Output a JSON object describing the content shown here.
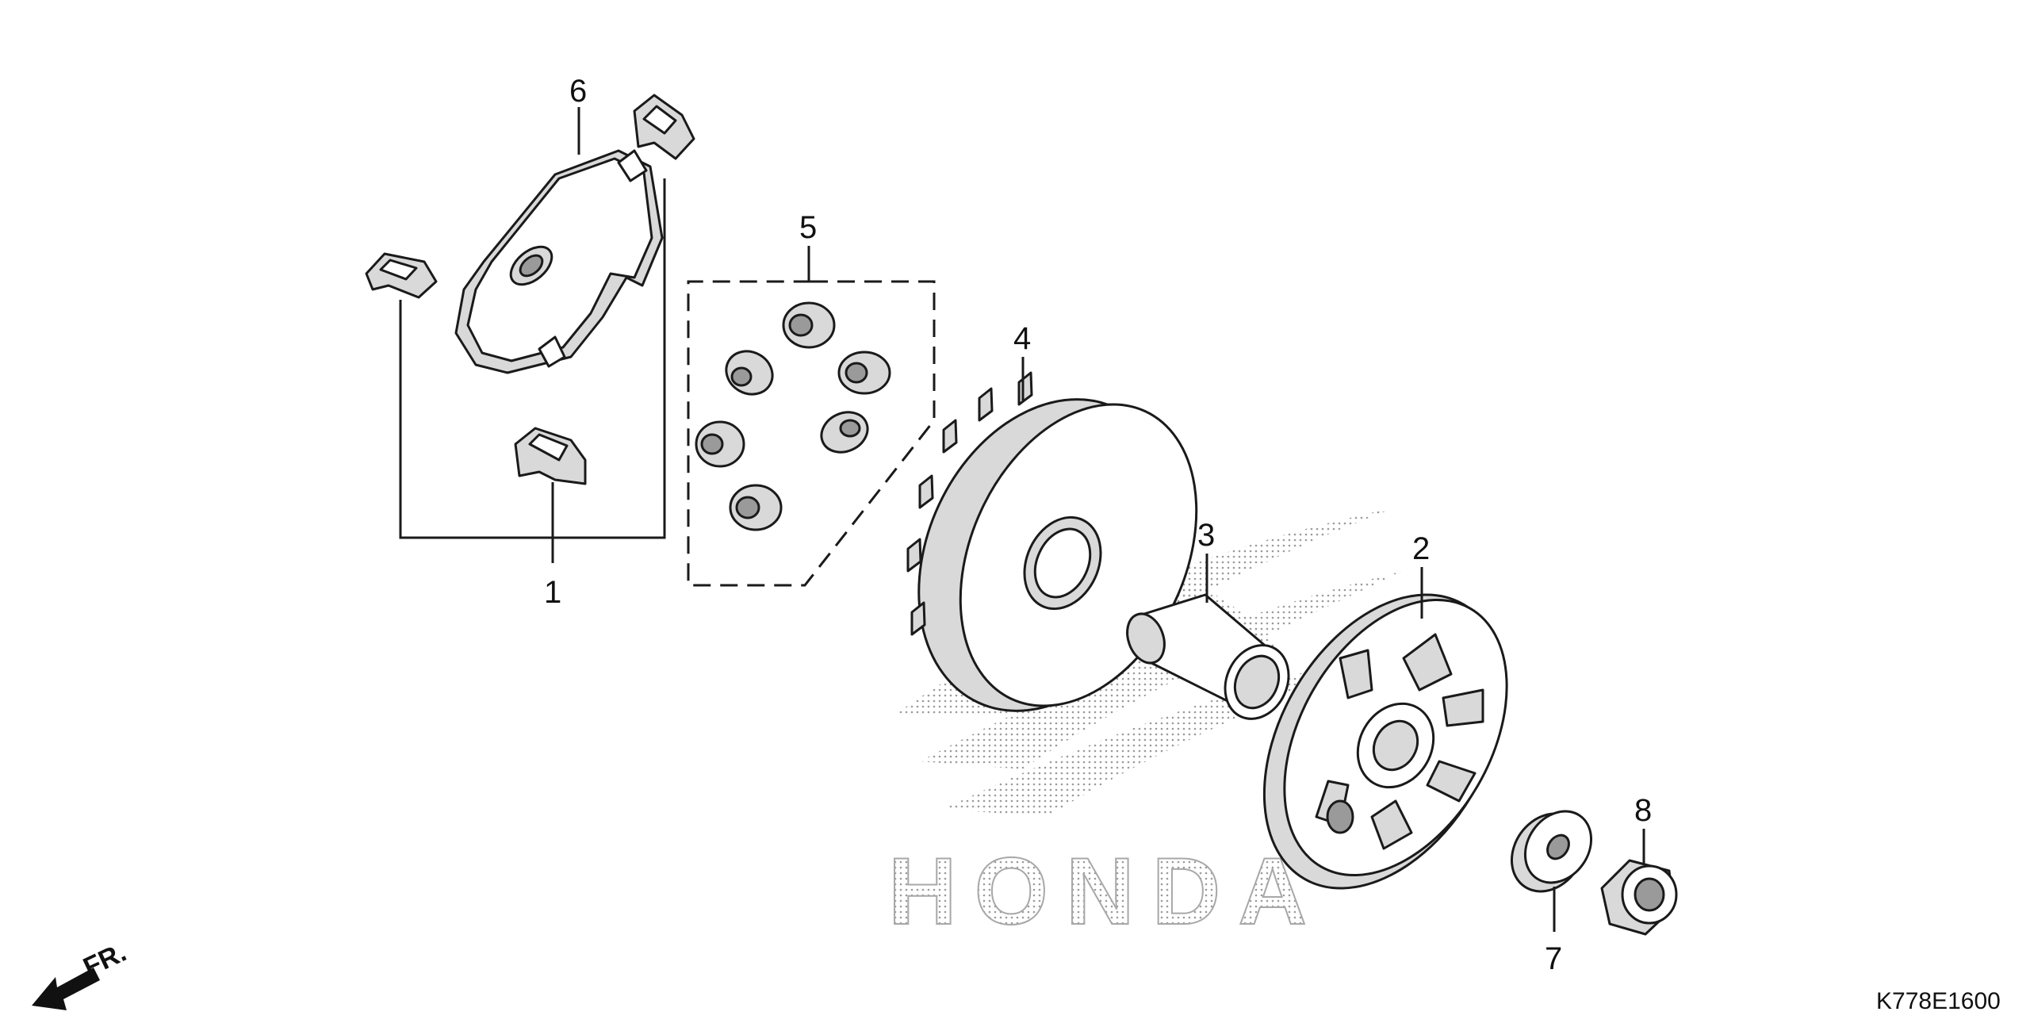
{
  "diagram": {
    "drawing_code": "K778E1600",
    "front_indicator": "FR.",
    "watermark_text": "HONDA",
    "callouts": [
      {
        "number": "1",
        "part": "slider"
      },
      {
        "number": "2",
        "part": "movable drive face"
      },
      {
        "number": "3",
        "part": "collar"
      },
      {
        "number": "4",
        "part": "drive face"
      },
      {
        "number": "5",
        "part": "weight roller set"
      },
      {
        "number": "6",
        "part": "ramp plate"
      },
      {
        "number": "7",
        "part": "washer"
      },
      {
        "number": "8",
        "part": "nut"
      }
    ]
  }
}
